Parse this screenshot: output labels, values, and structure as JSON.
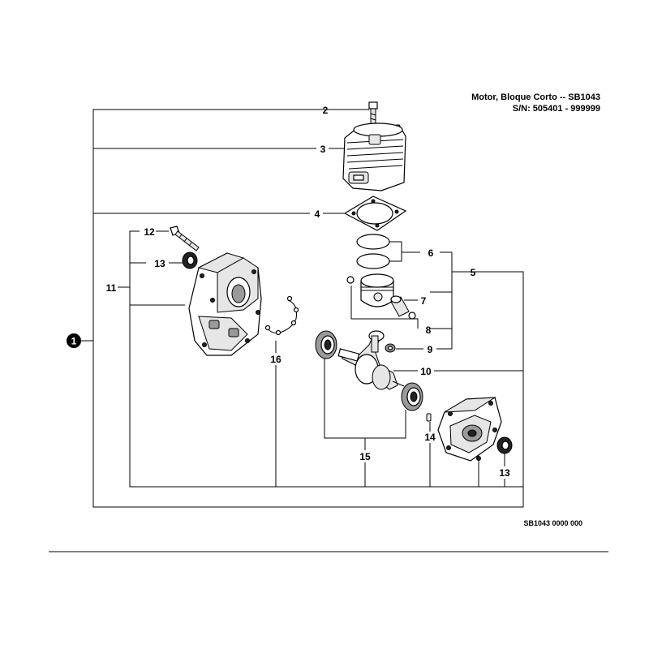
{
  "header": {
    "title_line": "Motor, Bloque Corto -- SB1043",
    "serial_line": "S/N: 505401 - 999999"
  },
  "reference_code": "SB1043 0000 000",
  "assembly_callout": "1",
  "callouts": {
    "c2": "2",
    "c3": "3",
    "c4": "4",
    "c5": "5",
    "c6": "6",
    "c7": "7",
    "c8": "8",
    "c9": "9",
    "c10": "10",
    "c11": "11",
    "c12": "12",
    "c13a": "13",
    "c13b": "13",
    "c14": "14",
    "c15": "15",
    "c16": "16"
  }
}
